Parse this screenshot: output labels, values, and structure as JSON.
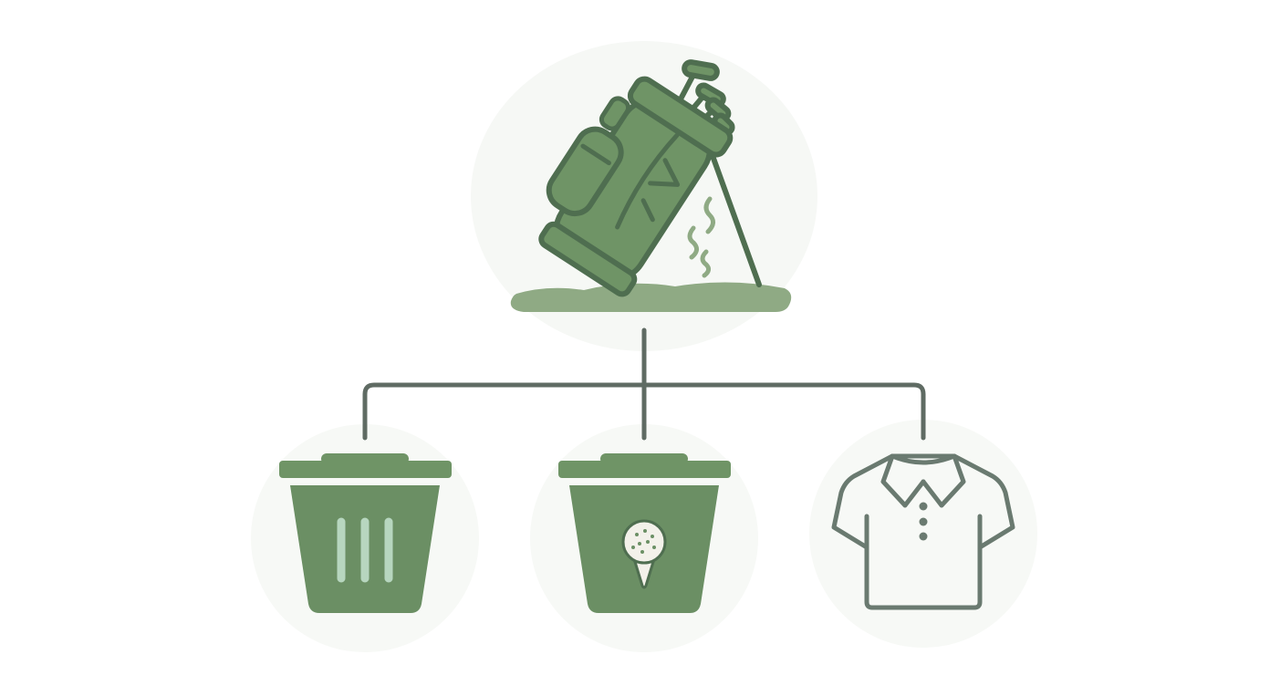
{
  "diagram": {
    "colors": {
      "background": "#ffffff",
      "halo": "#f6f8f5",
      "bag_fill": "#6f9466",
      "outline": "#4f6e50",
      "ground": "#8faa84",
      "connector": "#5f6b63",
      "bin_fill": "#6b8f64",
      "bin_lid": "#6f9466",
      "bin_stripes": "#b7d6bf",
      "ball_fill": "#f3f1ea",
      "shirt_stroke": "#6a7a70"
    },
    "root": {
      "name": "golf-bag-on-turf",
      "icon": "golf-bag-icon"
    },
    "children": [
      {
        "name": "trash-bin",
        "icon": "trash-bin-icon"
      },
      {
        "name": "golf-ball-bin",
        "icon": "golf-ball-bin-icon"
      },
      {
        "name": "polo-shirt",
        "icon": "polo-shirt-icon"
      }
    ]
  }
}
